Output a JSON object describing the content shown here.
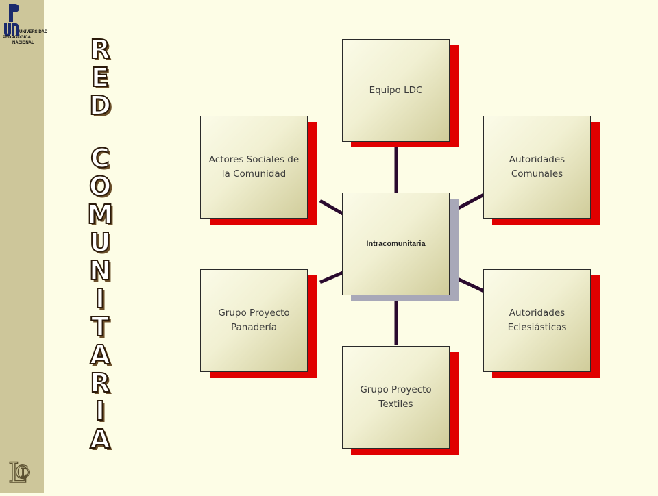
{
  "logo": {
    "letters": "upn",
    "line1": "UNIVERSIDAD",
    "line2": "PEDAGÓGICA",
    "line3": "NACIONAL",
    "ldc_text": "LDC"
  },
  "title": {
    "word1": [
      "R",
      "E",
      "D"
    ],
    "word2": [
      "C",
      "O",
      "M",
      "U",
      "N",
      "I",
      "T",
      "A",
      "R",
      "I",
      "A"
    ]
  },
  "diagram": {
    "center": "Intracomunitaria",
    "nodes": {
      "top": "Equipo LDC",
      "upper_left": "Actores Sociales de la Comunidad",
      "upper_right": "Autoridades Comunales",
      "lower_left": "Grupo Proyecto Panadería",
      "lower_right": "Autoridades Eclesiásticas",
      "bottom": "Grupo Proyecto Textiles"
    }
  },
  "colors": {
    "background": "#fdfde6",
    "left_bar": "#cdc69a",
    "shadow": "#e00000",
    "connector": "#2a0a2e"
  }
}
